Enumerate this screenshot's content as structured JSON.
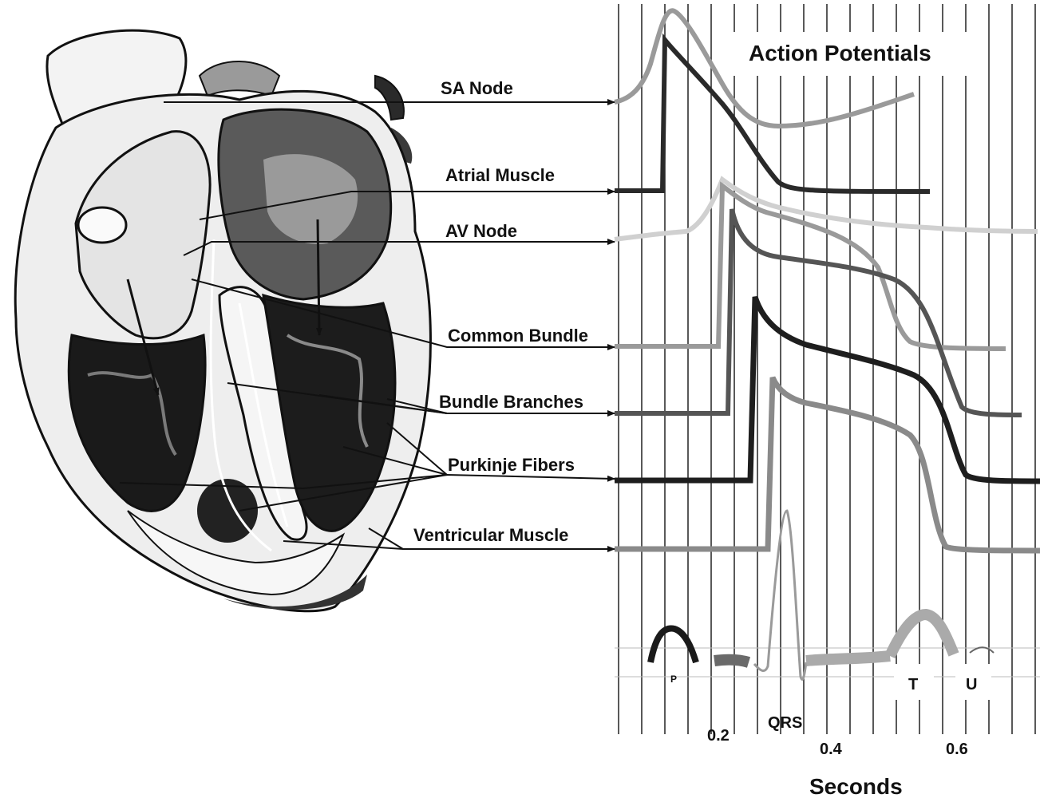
{
  "labels": {
    "sa_node": "SA Node",
    "atrial_muscle": "Atrial Muscle",
    "av_node": "AV Node",
    "common_bundle": "Common Bundle",
    "bundle_branches": "Bundle Branches",
    "purkinje_fibers": "Purkinje Fibers",
    "ventricular_muscle": "Ventricular Muscle"
  },
  "chart_data": {
    "type": "line",
    "title": "Action Potentials",
    "xlabel": "Seconds",
    "x_ticks": [
      "0.2",
      "0.4",
      "0.6"
    ],
    "ecg_waves": [
      "P",
      "QRS",
      "T",
      "U"
    ],
    "series": [
      {
        "name": "SA Node"
      },
      {
        "name": "Atrial Muscle"
      },
      {
        "name": "AV Node"
      },
      {
        "name": "Common Bundle"
      },
      {
        "name": "Bundle Branches"
      },
      {
        "name": "Purkinje Fibers"
      },
      {
        "name": "Ventricular Muscle"
      }
    ]
  },
  "colors": {
    "ink": "#111111",
    "heart_dark": "#1a1a1a",
    "trace_dark": "#2a2a2a",
    "trace_gray": "#8a8a8a",
    "trace_light": "#c4c4c4"
  }
}
